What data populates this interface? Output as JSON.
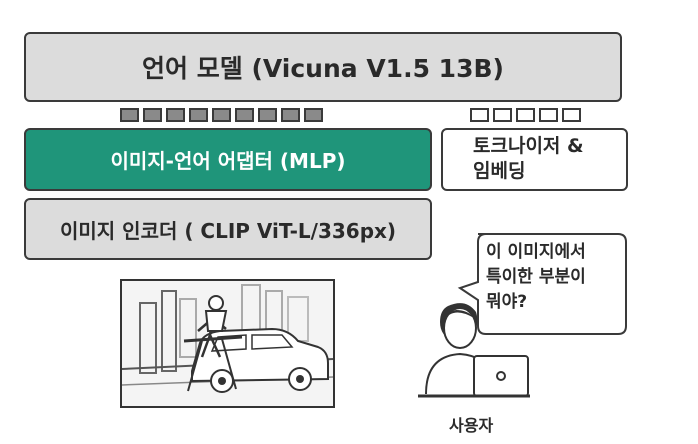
{
  "language_model": {
    "label": "언어 모델 (Vicuna V1.5 13B)"
  },
  "adapter": {
    "label": "이미지-언어 어댑터 (MLP)"
  },
  "tokenizer": {
    "line1": "토크나이저 &",
    "line2": "임베딩"
  },
  "encoder": {
    "label": "이미지 인코더 ( CLIP ViT-L/336px)"
  },
  "image_tokens": {
    "count": 9
  },
  "text_tokens": {
    "count": 5
  },
  "question": {
    "line1": "이 이미지에서",
    "line2": "특이한 부분이",
    "line3": "뭐야?"
  },
  "user": {
    "label": "사용자"
  },
  "colors": {
    "adapter": "#1f957a",
    "module": "#dcdcdc",
    "token": "#8a8a8a",
    "outline": "#3a3a3a"
  }
}
